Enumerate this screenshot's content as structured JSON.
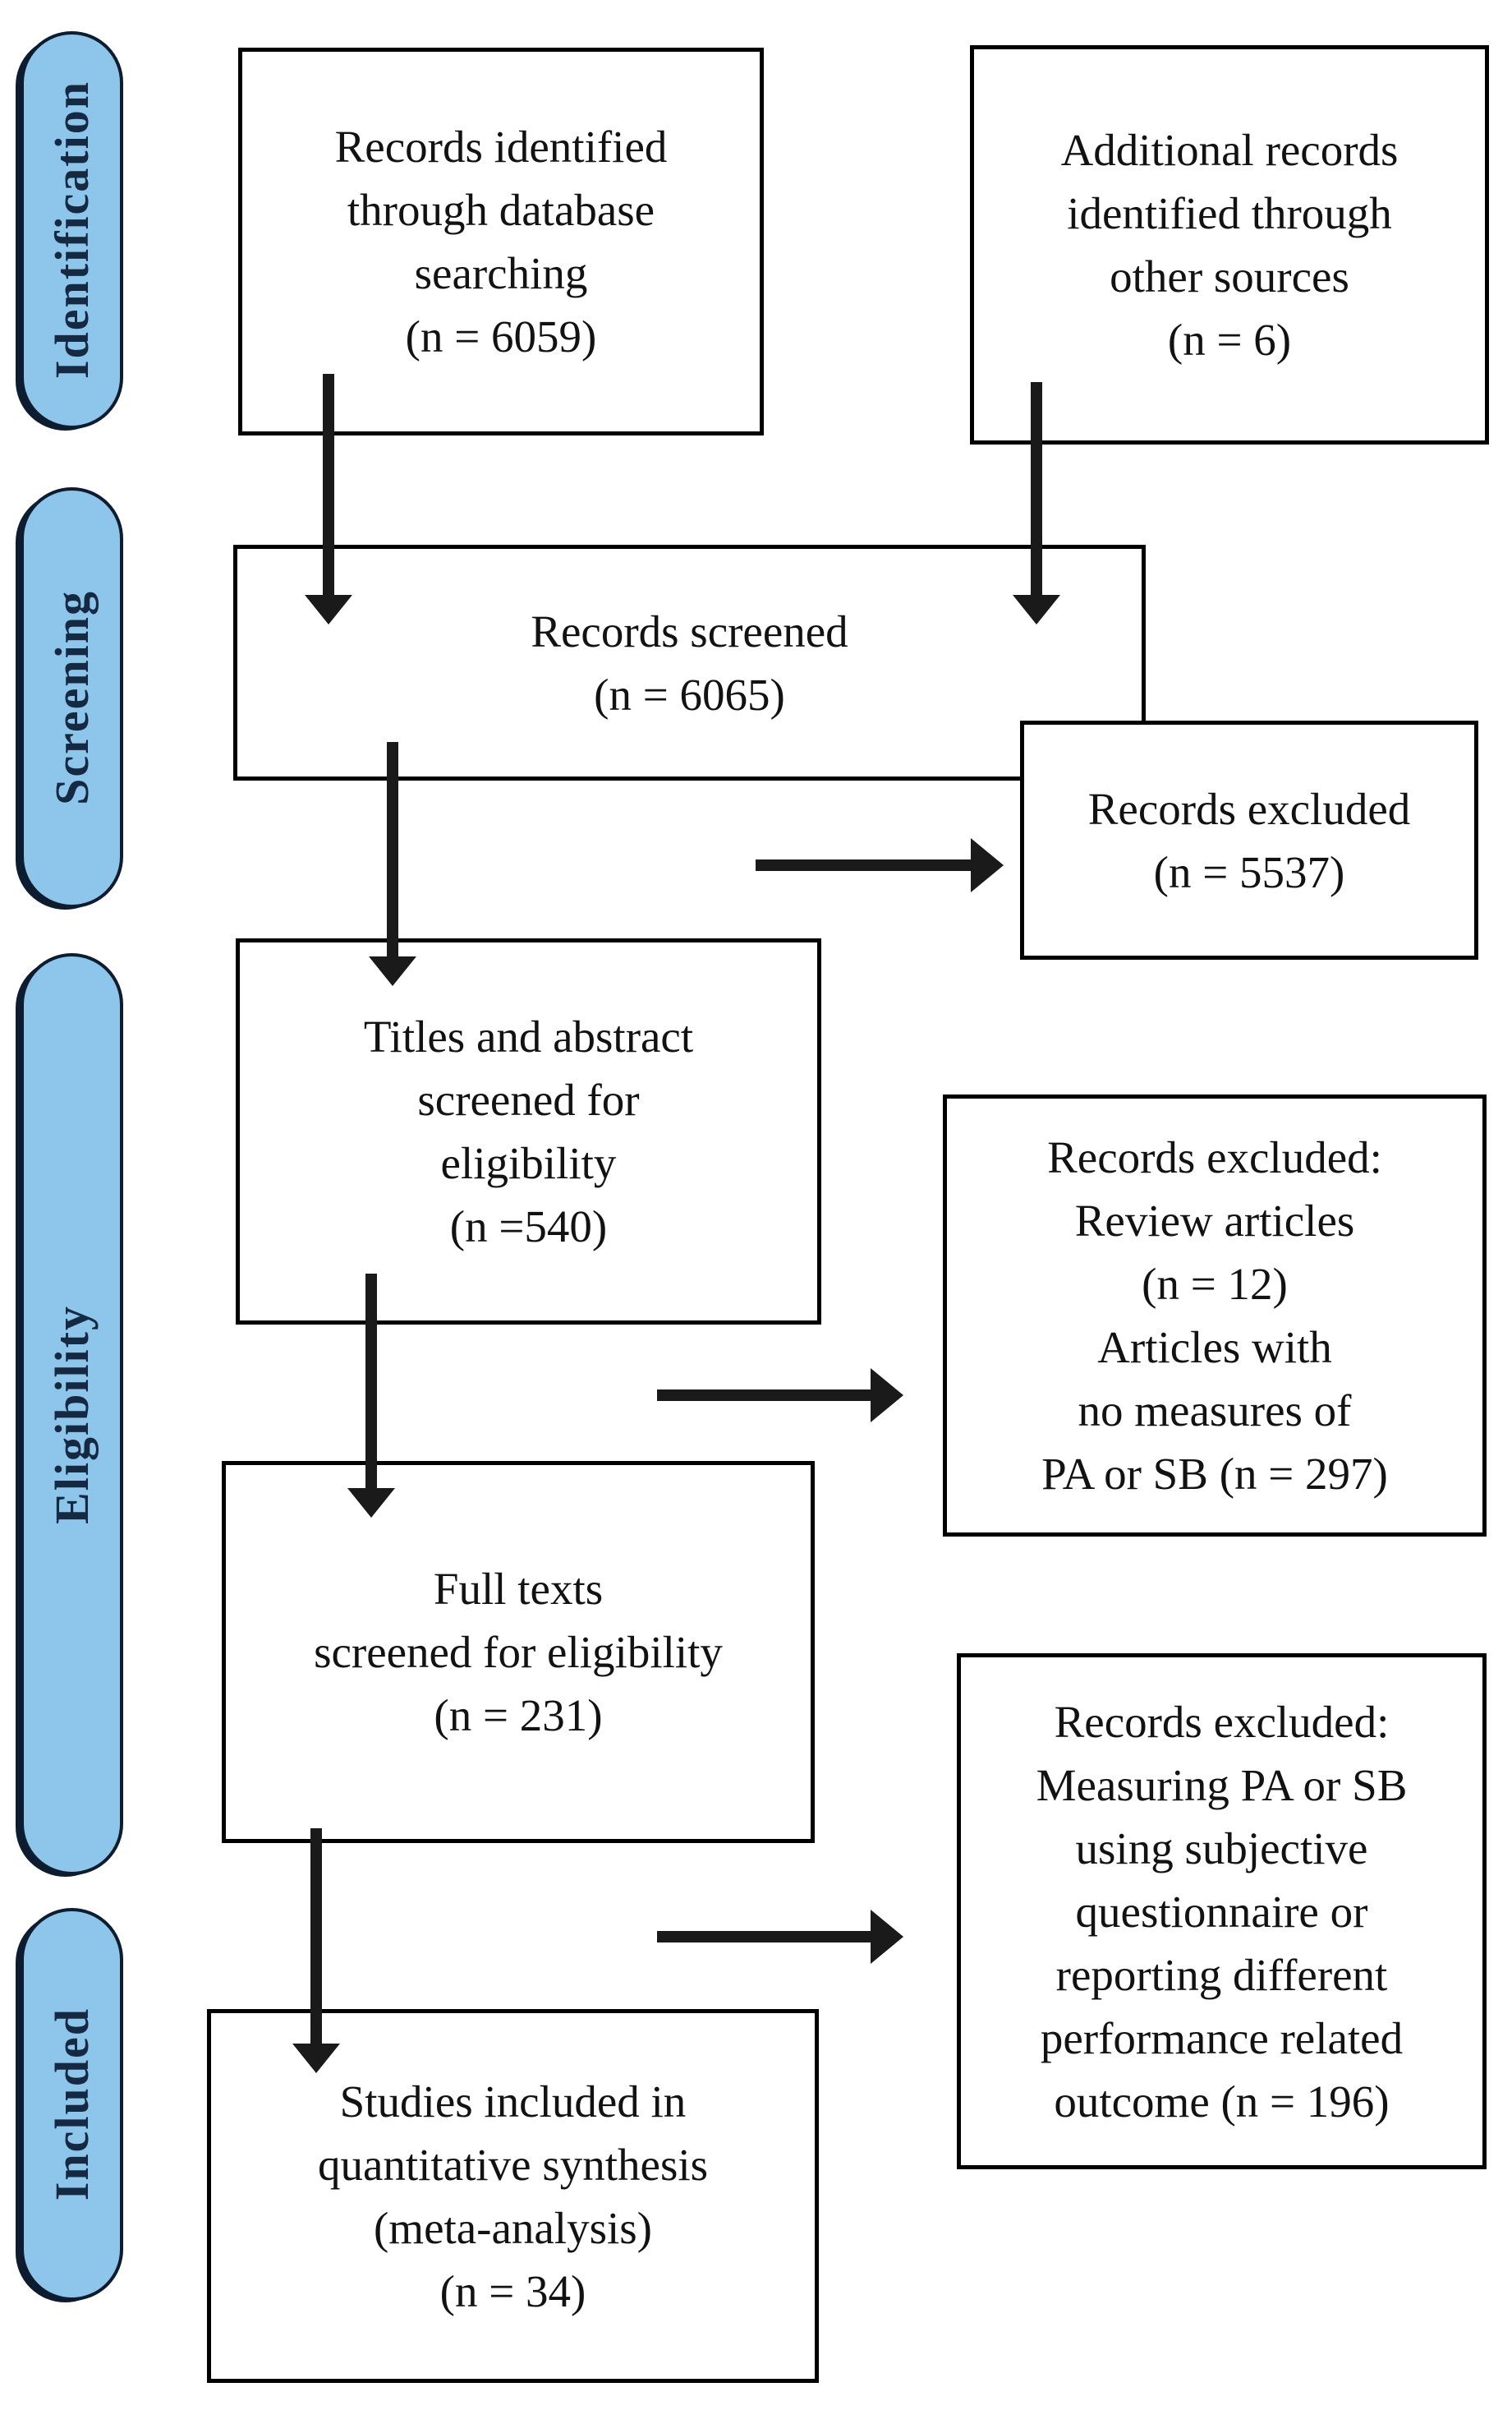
{
  "stages": [
    {
      "label": "Identification"
    },
    {
      "label": "Screening"
    },
    {
      "label": "Eligibility"
    },
    {
      "label": "Included"
    }
  ],
  "boxes": {
    "identified": {
      "text": "Records identified\nthrough database\nsearching\n(n = 6059)"
    },
    "additional": {
      "text": "Additional records\nidentified through\nother sources\n(n = 6)"
    },
    "screened": {
      "text": "Records screened\n(n = 6065)"
    },
    "excluded_screening": {
      "text": "Records excluded\n(n = 5537)"
    },
    "titles_abstract": {
      "text": "Titles and abstract\nscreened for\neligibility\n(n =540)"
    },
    "excluded_eligibility": {
      "text": "Records excluded:\nReview articles\n(n = 12)\nArticles with\nno measures of\nPA or SB (n = 297)"
    },
    "full_texts": {
      "text": "Full texts\nscreened for eligibility\n(n = 231)"
    },
    "excluded_fulltext": {
      "text": "Records excluded:\nMeasuring PA or SB\nusing subjective\nquestionnaire or\nreporting different\nperformance related\noutcome (n = 196)"
    },
    "included_final": {
      "text": "Studies included in\nquantitative synthesis\n(meta-analysis)\n(n = 34)"
    }
  },
  "colors": {
    "stage_fill": "#8EC5EA",
    "stage_border": "#0D1C2E",
    "stage_text": "#152A42",
    "box_fill": "#FFFFFF",
    "box_border": "#000000",
    "box_text": "#121212",
    "arrow": "#1A1A1A",
    "background": "#FFFFFF"
  }
}
